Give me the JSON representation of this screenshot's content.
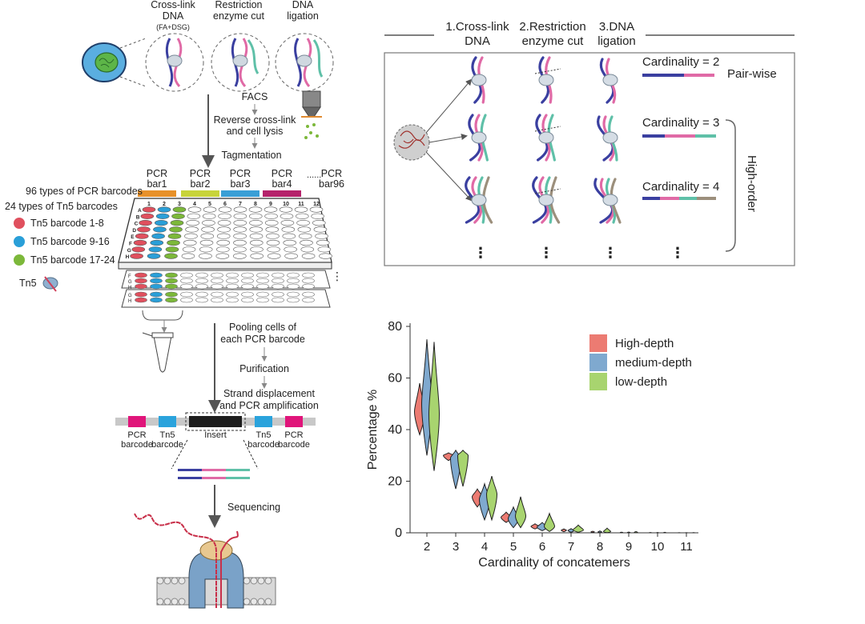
{
  "top_steps": {
    "step1": [
      "Cross-link",
      "DNA",
      "(FA+DSG)"
    ],
    "step2": [
      "Restriction",
      "enzyme cut"
    ],
    "step3": [
      "DNA",
      "ligation"
    ]
  },
  "workflow": {
    "facs": "FACS",
    "reverse": [
      "Reverse cross-link",
      "and cell lysis"
    ],
    "tagmentation": "Tagmentation",
    "pooling": [
      "Pooling cells of",
      "each PCR barcode"
    ],
    "purification": "Purification",
    "strand": [
      "Strand displacement",
      "and PCR amplification"
    ],
    "sequencing": "Sequencing"
  },
  "plate": {
    "pcr_types": "96 types of PCR barcodes",
    "tn5_types": "24 types of Tn5 barcodes",
    "pcr_bars": [
      {
        "label": [
          "PCR",
          "bar1"
        ],
        "color": "#e8912a"
      },
      {
        "label": [
          "PCR",
          "bar2"
        ],
        "color": "#c8d43a"
      },
      {
        "label": [
          "PCR",
          "bar3"
        ],
        "color": "#3a9fd6"
      },
      {
        "label": [
          "PCR",
          "bar4"
        ],
        "color": "#b5236b"
      },
      {
        "label": [
          "PCR",
          "bar96"
        ],
        "color": ""
      }
    ],
    "dots_label": "......",
    "legend": [
      {
        "label": "Tn5 barcode 1-8",
        "color": "#e0505e"
      },
      {
        "label": "Tn5 barcode 9-16",
        "color": "#2a9fd8"
      },
      {
        "label": "Tn5 barcode 17-24",
        "color": "#7cb83a"
      }
    ],
    "tn5": "Tn5",
    "rows": [
      "A",
      "B",
      "C",
      "D",
      "E",
      "F",
      "G",
      "H"
    ],
    "cols": [
      "1",
      "2",
      "3",
      "4",
      "5",
      "6",
      "7",
      "8",
      "9",
      "10",
      "11",
      "12"
    ]
  },
  "construct": {
    "labels": [
      [
        "PCR",
        "barcode"
      ],
      [
        "Tn5",
        "barcode"
      ],
      [
        "Insert"
      ],
      [
        "Tn5",
        "barcode"
      ],
      [
        "PCR",
        "barcode"
      ]
    ]
  },
  "panel_b": {
    "headers": [
      [
        "1.Cross-link",
        "DNA"
      ],
      [
        "2.Restriction",
        "enzyme cut"
      ],
      [
        "3.DNA",
        "ligation"
      ]
    ],
    "cardinalities": [
      "Cardinality = 2",
      "Cardinality = 3",
      "Cardinality = 4"
    ],
    "pairwise": "Pair-wise",
    "highorder": "High-order",
    "ellipsis": "⋮"
  },
  "chart_data": {
    "type": "violin",
    "xlabel": "Cardinality of concatemers",
    "ylabel": "Percentage %",
    "ylim": [
      0,
      80
    ],
    "yticks": [
      0,
      20,
      40,
      60,
      80
    ],
    "categories": [
      "2",
      "3",
      "4",
      "5",
      "6",
      "7",
      "8",
      "9",
      "10",
      "11"
    ],
    "legend_position": "top-right",
    "series": [
      {
        "name": "High-depth",
        "color": "#ec7b72",
        "median": [
          47,
          30,
          14,
          6,
          2.5,
          1.0,
          0.4,
          0.15,
          0.06,
          0.02
        ],
        "min": [
          38,
          28,
          10,
          4,
          1.5,
          0.4,
          0.1,
          0.05,
          0.02,
          0.01
        ],
        "max": [
          58,
          31,
          17,
          8,
          3.5,
          1.5,
          0.6,
          0.25,
          0.1,
          0.04
        ]
      },
      {
        "name": "medium-depth",
        "color": "#7fa9cf",
        "median": [
          50,
          29,
          13,
          5.5,
          2.2,
          0.9,
          0.35,
          0.13,
          0.05,
          0.02
        ],
        "min": [
          30,
          17,
          5,
          2,
          0.8,
          0.2,
          0.05,
          0.02,
          0.01,
          0.005
        ],
        "max": [
          75,
          32,
          19,
          10,
          4,
          1.6,
          0.7,
          0.3,
          0.12,
          0.05
        ]
      },
      {
        "name": "low-depth",
        "color": "#a8d46f",
        "median": [
          46,
          30,
          15,
          6.5,
          2.5,
          1.1,
          0.45,
          0.17,
          0.07,
          0.03
        ],
        "min": [
          24,
          18,
          5,
          2,
          0.5,
          0.2,
          0.05,
          0.02,
          0.01,
          0.005
        ],
        "max": [
          74,
          32,
          22,
          14,
          7.5,
          3,
          1.8,
          0.5,
          0.2,
          0.08
        ]
      }
    ]
  }
}
